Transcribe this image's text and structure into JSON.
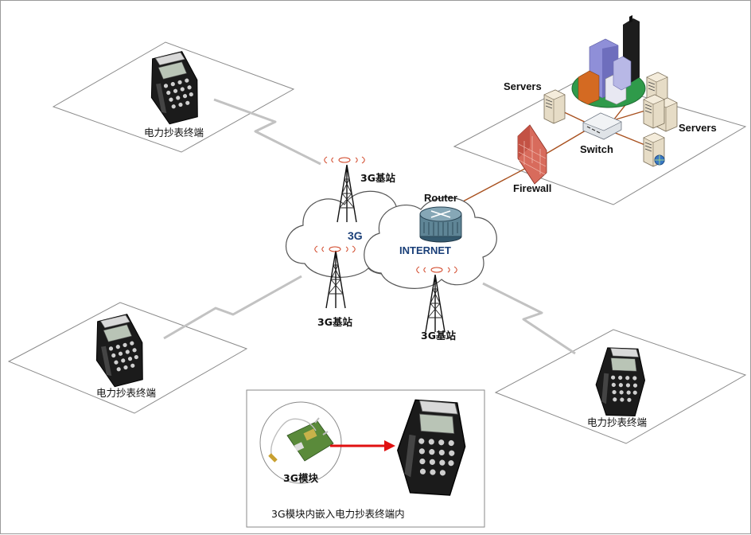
{
  "labels": {
    "terminal": "电力抄表终端",
    "base_station": "3G基站",
    "cloud_3g": "3G",
    "cloud_internet": "INTERNET",
    "router": "Router",
    "firewall": "Firewall",
    "switch": "Switch",
    "servers_left": "Servers",
    "servers_right": "Servers",
    "module": "3G模块",
    "inset_caption": "3G模块内嵌入电力抄表终端内"
  },
  "icons": [
    "handheld-terminal-icon",
    "radio-tower-icon",
    "cloud-icon",
    "router-icon",
    "firewall-icon",
    "switch-icon",
    "server-icon",
    "city-buildings-icon",
    "module-board-icon",
    "antenna-icon"
  ],
  "colors": {
    "plane_stroke": "#8a8a8a",
    "link": "#a8501e",
    "arrow": "#e01010",
    "bolt": "#c8c8c8",
    "net_text": "#1a3f78",
    "signal": "#d04020"
  }
}
